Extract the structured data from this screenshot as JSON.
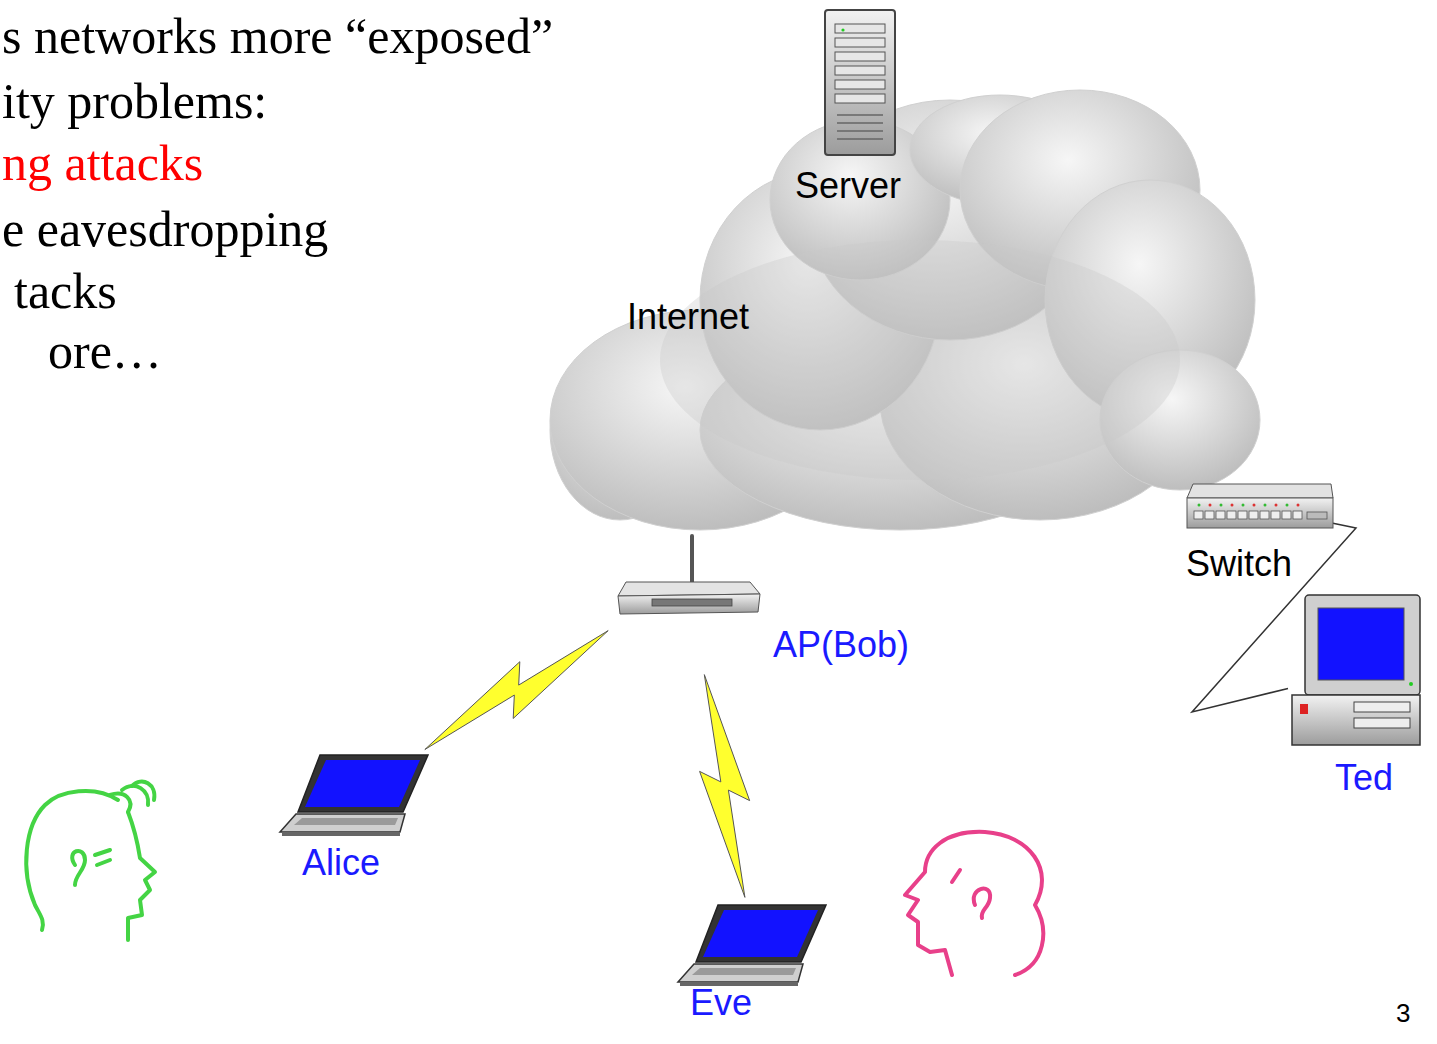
{
  "diagram": {
    "nodes": [
      {
        "text": [
          "Internet"
        ]
      },
      {
        "text": [
          "Server"
        ],
        "in": 0
      },
      {
        "text": [
          "AP(Bob)"
        ]
      },
      {
        "text": [
          "Alice"
        ]
      },
      {
        "text": [
          "Eve"
        ]
      },
      {
        "text": [
          "Switch"
        ]
      },
      {
        "text": [
          "Ted"
        ]
      }
    ],
    "edges": [
      {
        "from": 2,
        "to": 3,
        "arrow": "none"
      },
      {
        "from": 2,
        "to": 4,
        "arrow": "none"
      },
      {
        "from": 5,
        "to": 6,
        "arrow": "none"
      }
    ],
    "labels": [
      "s networks more “exposed”",
      "ity problems:",
      "ng attacks",
      "e eavesdropping",
      "tacks",
      "ore…",
      "3"
    ]
  }
}
